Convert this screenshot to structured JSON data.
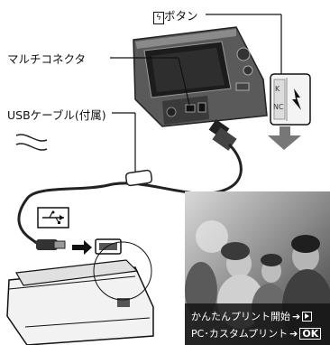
{
  "labels": {
    "button": "ボタン",
    "multi_connector": "マルチコネクタ",
    "usb_cable": "USBケーブル(付属)"
  },
  "photo_menu": {
    "line1": "かんたんプリント開始",
    "line2": "PC･カスタムプリント",
    "ok": "OK"
  },
  "port_labels": {
    "upper": "K",
    "lower": "NC"
  },
  "icons": [
    "print-button-icon",
    "usb-symbol-icon",
    "down-arrow-icon",
    "right-arrow-icon",
    "play-icon"
  ]
}
